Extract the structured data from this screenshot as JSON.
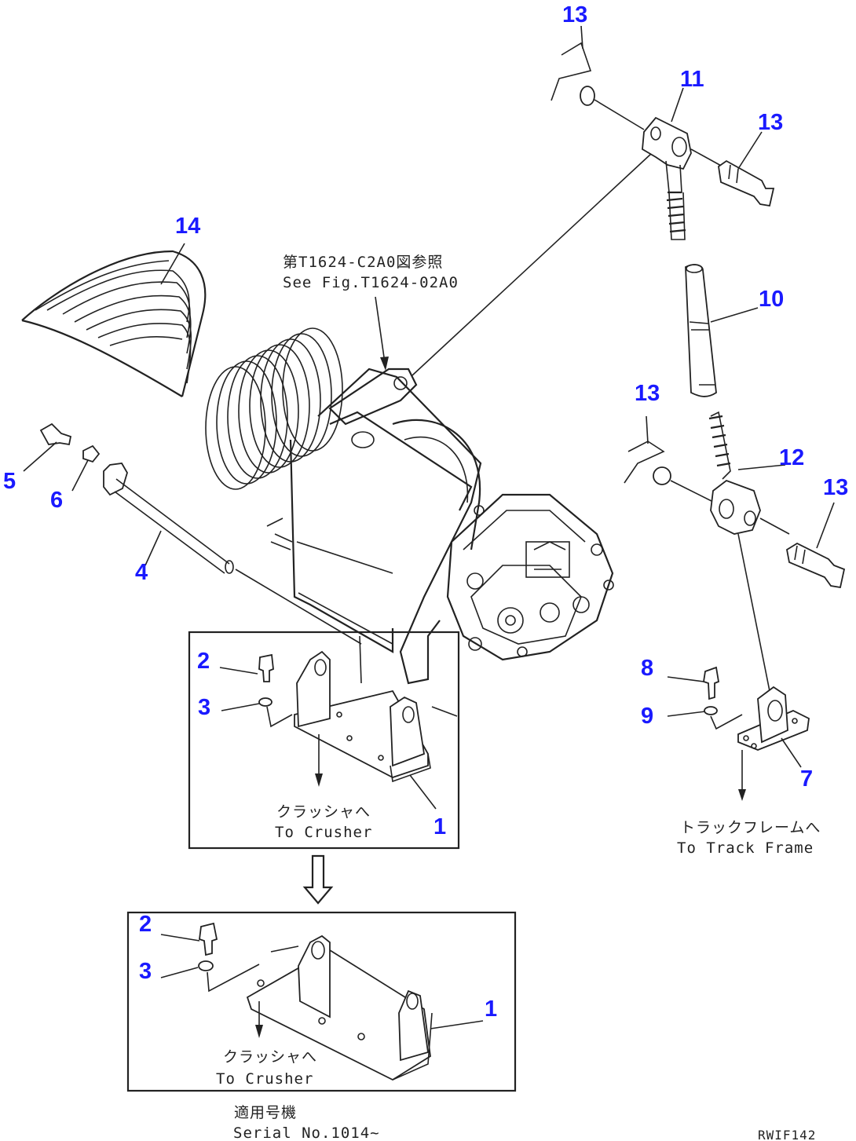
{
  "diagram": {
    "ref_note_jp": "第T1624-C2A0図参照",
    "ref_note_en": "See Fig.T1624-02A0",
    "to_crusher_jp": "クラッシャへ",
    "to_crusher_en": "To Crusher",
    "to_crusher2_jp": "クラッシャへ",
    "to_crusher2_en": "To Crusher",
    "to_track_jp": "トラックフレームへ",
    "to_track_en": "To Track Frame",
    "serial_jp": "適用号機",
    "serial_en": "Serial No.1014~",
    "drawing_id": "RWIF142",
    "label_color": "#1a1aff",
    "callouts": {
      "c13a": "13",
      "c11": "11",
      "c13b": "13",
      "c14": "14",
      "c10": "10",
      "c13c": "13",
      "c12": "12",
      "c13d": "13",
      "c5": "5",
      "c6": "6",
      "c4": "4",
      "c2a": "2",
      "c3a": "3",
      "c1a": "1",
      "c8": "8",
      "c9": "9",
      "c7": "7",
      "c2b": "2",
      "c3b": "3",
      "c1b": "1"
    }
  }
}
